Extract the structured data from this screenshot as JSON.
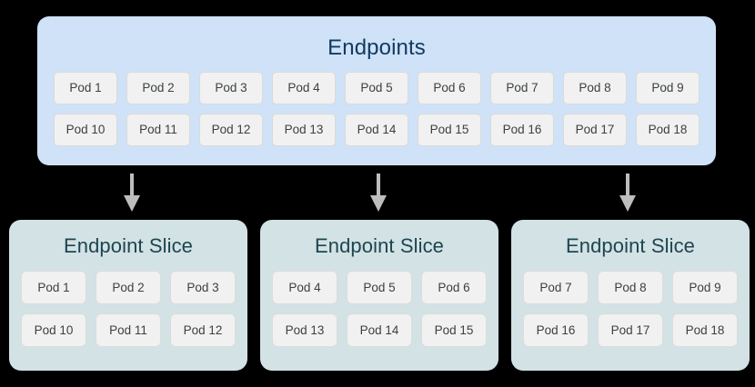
{
  "diagram": {
    "background_color": "#000000",
    "endpoints": {
      "title": "Endpoints",
      "box_color": "#cfe2f7",
      "title_color": "#123a63",
      "rows": [
        [
          "Pod 1",
          "Pod 2",
          "Pod 3",
          "Pod 4",
          "Pod 5",
          "Pod 6",
          "Pod 7",
          "Pod 8",
          "Pod 9"
        ],
        [
          "Pod 10",
          "Pod 11",
          "Pod 12",
          "Pod 13",
          "Pod 14",
          "Pod 15",
          "Pod 16",
          "Pod 17",
          "Pod 18"
        ]
      ]
    },
    "arrows": {
      "color": "#bdbdbd",
      "count": 3,
      "direction": "down"
    },
    "slices": [
      {
        "title": "Endpoint Slice",
        "box_color": "#d3e2e4",
        "title_color": "#1d4551",
        "rows": [
          [
            "Pod 1",
            "Pod 2",
            "Pod 3"
          ],
          [
            "Pod 10",
            "Pod 11",
            "Pod 12"
          ]
        ]
      },
      {
        "title": "Endpoint Slice",
        "box_color": "#d3e2e4",
        "title_color": "#1d4551",
        "rows": [
          [
            "Pod 4",
            "Pod 5",
            "Pod 6"
          ],
          [
            "Pod 13",
            "Pod 14",
            "Pod 15"
          ]
        ]
      },
      {
        "title": "Endpoint Slice",
        "box_color": "#d3e2e4",
        "title_color": "#1d4551",
        "rows": [
          [
            "Pod 7",
            "Pod 8",
            "Pod 9"
          ],
          [
            "Pod 16",
            "Pod 17",
            "Pod 18"
          ]
        ]
      }
    ]
  }
}
